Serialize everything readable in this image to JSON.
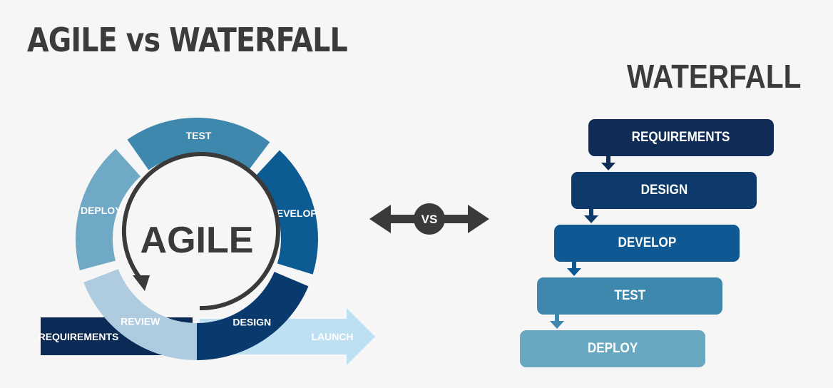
{
  "title": "AGILE vs WATERFALL",
  "agile": {
    "center_label": "AGILE",
    "segments": [
      {
        "name": "TEST",
        "color": "#3f88ad"
      },
      {
        "name": "DEVELOP",
        "color": "#0d5b93"
      },
      {
        "name": "DESIGN",
        "color": "#0a3a6d"
      },
      {
        "name": "REVIEW",
        "color": "#aecbe0"
      },
      {
        "name": "DEPLOY",
        "color": "#6fa9c5"
      }
    ],
    "requirements_label": "REQUIREMENTS",
    "requirements_color": "#0b2a55",
    "launch_label": "LAUNCH",
    "launch_color": "#bde0f2"
  },
  "vs_label": "VS",
  "waterfall": {
    "title": "WATERFALL",
    "steps": [
      {
        "label": "REQUIREMENTS",
        "color": "#0e2c55"
      },
      {
        "label": "DESIGN",
        "color": "#0d3a6a"
      },
      {
        "label": "DEVELOP",
        "color": "#0e5993"
      },
      {
        "label": "TEST",
        "color": "#3f88ad"
      },
      {
        "label": "DEPLOY",
        "color": "#6aa7c0"
      }
    ]
  }
}
